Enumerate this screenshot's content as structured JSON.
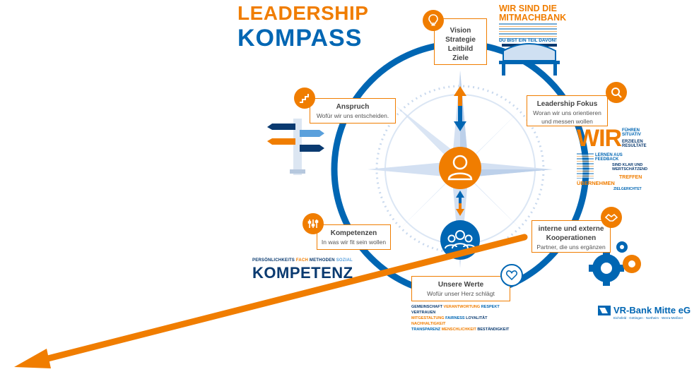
{
  "title": {
    "line1": "LEADERSHIP",
    "line2": "KOMPASS"
  },
  "colors": {
    "orange": "#f07d00",
    "blue": "#0066b3",
    "dark_blue": "#0a3a70",
    "light_blue": "#a9c4e6"
  },
  "nodes": {
    "vision": {
      "lines": [
        "Vision",
        "Strategie",
        "Leitbild",
        "Ziele"
      ],
      "icon": "lightbulb-icon"
    },
    "anspruch": {
      "heading": "Anspruch",
      "sub": "Wofür wir uns entscheiden.",
      "icon": "stairs-icon"
    },
    "leadership_fokus": {
      "heading": "Leadership Fokus",
      "sub1": "Woran wir uns orientieren",
      "sub2": "und messen wollen",
      "icon": "magnifier-icon"
    },
    "kompetenzen": {
      "heading": "Kompetenzen",
      "sub": "In was wir fit sein wollen",
      "icon": "sliders-icon"
    },
    "kooperationen": {
      "heading1": "interne und externe",
      "heading2": "Kooperationen",
      "sub": "Partner, die uns ergänzen",
      "icon": "handshake-icon"
    },
    "werte": {
      "heading": "Unsere Werte",
      "sub": "Wofür unser Herz schlägt",
      "icon": "heart-icon"
    }
  },
  "mitmachbank": {
    "line1": "WIR SIND DIE",
    "line2": "MITMACHBANK",
    "footer": "DU BIST EIN TEIL DAVON!"
  },
  "wir_cloud": {
    "big": "WIR",
    "words": [
      "FÜHREN SITUATIV",
      "ERZIELEN RESULTATE",
      "LERNEN AUS FEEDBACK",
      "SIND KLAR UND WERTSCHÄTZEND",
      "TREFFEN",
      "ÜBERNEHMEN",
      "ZIELGERICHTET"
    ]
  },
  "kompetenz": {
    "small_words": [
      "PERSÖNLICHKEITS",
      "FACH",
      "METHODEN",
      "SOZIAL"
    ],
    "big": "KOMPETENZ"
  },
  "werte_cloud": {
    "row1": [
      "GEMEINSCHAFT",
      "VERANTWORTUNG",
      "RESPEKT",
      "VERTRAUEN"
    ],
    "row2": [
      "MITGESTALTUNG",
      "FAIRNESS",
      "LOYALITÄT",
      "NACHHALTIGKEIT"
    ],
    "row3": [
      "TRANSPARENZ",
      "MENSCHLICHKEIT",
      "BESTÄNDIGKEIT"
    ]
  },
  "bank": {
    "name": "VR-Bank Mitte eG",
    "sub": "Eichsfeld · Göttingen · Northeim · Werra-Meißner"
  }
}
